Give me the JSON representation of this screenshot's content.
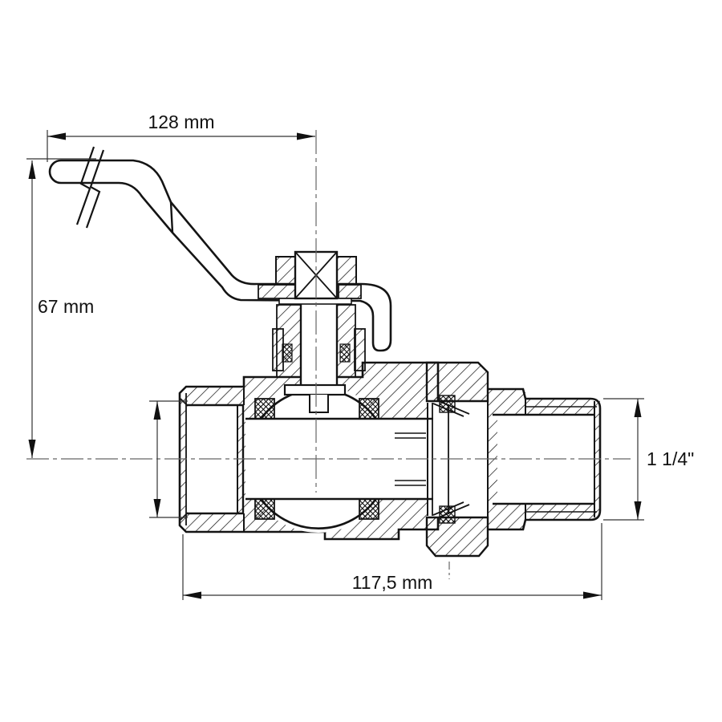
{
  "drawing": {
    "title": "ball-valve-cross-section",
    "dimensions": {
      "top_width": "128 mm",
      "left_height": "67 mm",
      "bottom_length": "117,5 mm",
      "right_thread": "1 1/4\""
    },
    "colors": {
      "line": "#141414",
      "thin_line": "#333333",
      "centerline": "#666666",
      "background": "#ffffff"
    }
  }
}
